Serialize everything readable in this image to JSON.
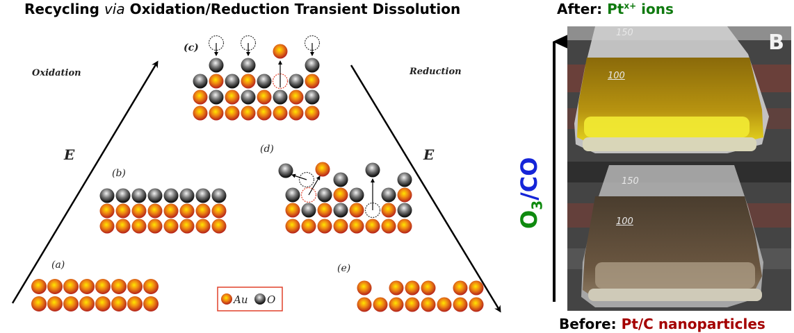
{
  "title": {
    "prefix": "Recycling",
    "italic": "via",
    "suffix": "Oxidation/Reduction Transient Dissolution"
  },
  "diagram": {
    "left_label": "Oxidation",
    "right_label": "Reduction",
    "left_axis": "E",
    "right_axis": "E",
    "panels": {
      "a": "(a)",
      "b": "(b)",
      "c": "(c)",
      "d": "(d)",
      "e": "(e)"
    },
    "legend": {
      "au_label": "Au",
      "o_label": "O"
    },
    "colors": {
      "au": "#d9591a",
      "o": "#3a3a3a",
      "legend_border": "#e0402a"
    }
  },
  "photo": {
    "panel_letter": "B",
    "top_flask_mark_150": "150",
    "top_flask_mark_100": "100",
    "bottom_flask_mark_150": "150",
    "bottom_flask_mark_100": "100"
  },
  "process_axis": {
    "o_part": "O",
    "sub": "3",
    "slash_co": "/CO",
    "colors": {
      "o3": "#0f8a0f",
      "co": "#1525d8"
    }
  },
  "after": {
    "label": "After:",
    "species": "Pt",
    "charge": "x+",
    "suffix": "ions"
  },
  "before": {
    "label": "Before:",
    "species": "Pt/C nanoparticles"
  }
}
